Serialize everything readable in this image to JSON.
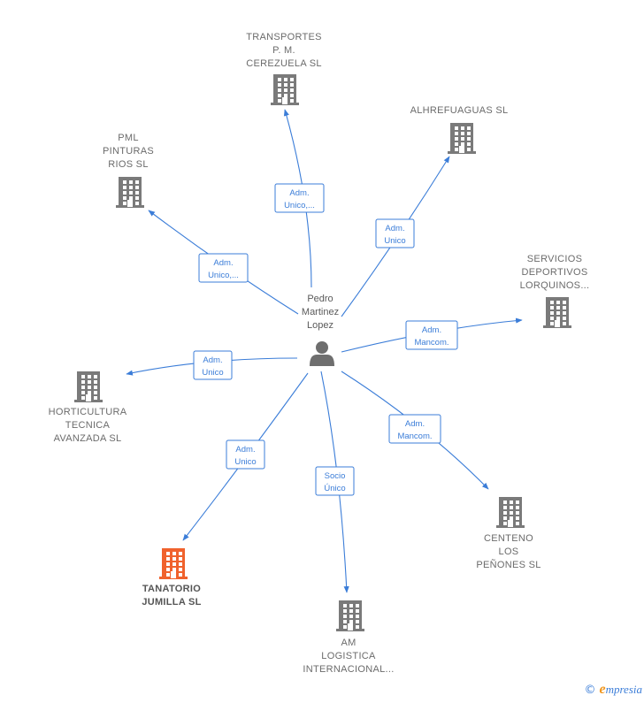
{
  "center": {
    "name_lines": [
      "Pedro",
      "Martinez",
      "Lopez"
    ],
    "icon": "person-icon"
  },
  "companies": [
    {
      "id": "transportes",
      "lines": [
        "TRANSPORTES",
        "P.  M.",
        "CEREZUELA SL"
      ],
      "icon": "building-icon",
      "highlight": false
    },
    {
      "id": "alhrefuaguas",
      "lines": [
        "ALHREFUAGUAS SL"
      ],
      "icon": "building-icon",
      "highlight": false
    },
    {
      "id": "pml",
      "lines": [
        "PML",
        "PINTURAS",
        "RIOS  SL"
      ],
      "icon": "building-icon",
      "highlight": false
    },
    {
      "id": "servicios",
      "lines": [
        "SERVICIOS",
        "DEPORTIVOS",
        "LORQUINOS..."
      ],
      "icon": "building-icon",
      "highlight": false
    },
    {
      "id": "horticultura",
      "lines": [
        "HORTICULTURA",
        "TECNICA",
        "AVANZADA  SL"
      ],
      "icon": "building-icon",
      "highlight": false
    },
    {
      "id": "centeno",
      "lines": [
        "CENTENO",
        "LOS",
        "PEÑONES  SL"
      ],
      "icon": "building-icon",
      "highlight": false
    },
    {
      "id": "tanatorio",
      "lines": [
        "TANATORIO",
        "JUMILLA  SL"
      ],
      "icon": "building-icon",
      "highlight": true
    },
    {
      "id": "am",
      "lines": [
        "AM",
        "LOGISTICA",
        "INTERNACIONAL..."
      ],
      "icon": "building-icon",
      "highlight": false
    }
  ],
  "edges": [
    {
      "target": "transportes",
      "lines": [
        "Adm.",
        "Unico,..."
      ]
    },
    {
      "target": "alhrefuaguas",
      "lines": [
        "Adm.",
        "Unico"
      ]
    },
    {
      "target": "pml",
      "lines": [
        "Adm.",
        "Unico,..."
      ]
    },
    {
      "target": "servicios",
      "lines": [
        "Adm.",
        "Mancom."
      ]
    },
    {
      "target": "horticultura",
      "lines": [
        "Adm.",
        "Unico"
      ]
    },
    {
      "target": "centeno",
      "lines": [
        "Adm.",
        "Mancom."
      ]
    },
    {
      "target": "tanatorio",
      "lines": [
        "Adm.",
        "Unico"
      ]
    },
    {
      "target": "am",
      "lines": [
        "Socio",
        "Único"
      ]
    }
  ],
  "colors": {
    "edge": "#3b7dd8",
    "building": "#7a7a7a",
    "building_highlight": "#f0622d",
    "person": "#6e6e6e"
  },
  "credit": {
    "copyright": "©",
    "brand_initial": "e",
    "brand_rest": "mpresia"
  }
}
